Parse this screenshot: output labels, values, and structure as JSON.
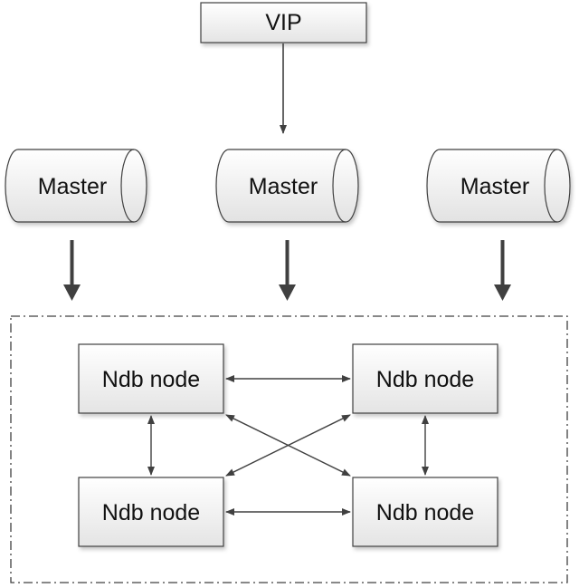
{
  "vip": {
    "label": "VIP"
  },
  "masters": [
    {
      "label": "Master"
    },
    {
      "label": "Master"
    },
    {
      "label": "Master"
    }
  ],
  "ndb_nodes": [
    {
      "label": "Ndb node"
    },
    {
      "label": "Ndb node"
    },
    {
      "label": "Ndb node"
    },
    {
      "label": "Ndb node"
    }
  ],
  "colors": {
    "box_fill_top": "#ffffff",
    "box_fill_bottom": "#e6e6e6",
    "stroke": "#404040",
    "arrow": "#404040"
  }
}
